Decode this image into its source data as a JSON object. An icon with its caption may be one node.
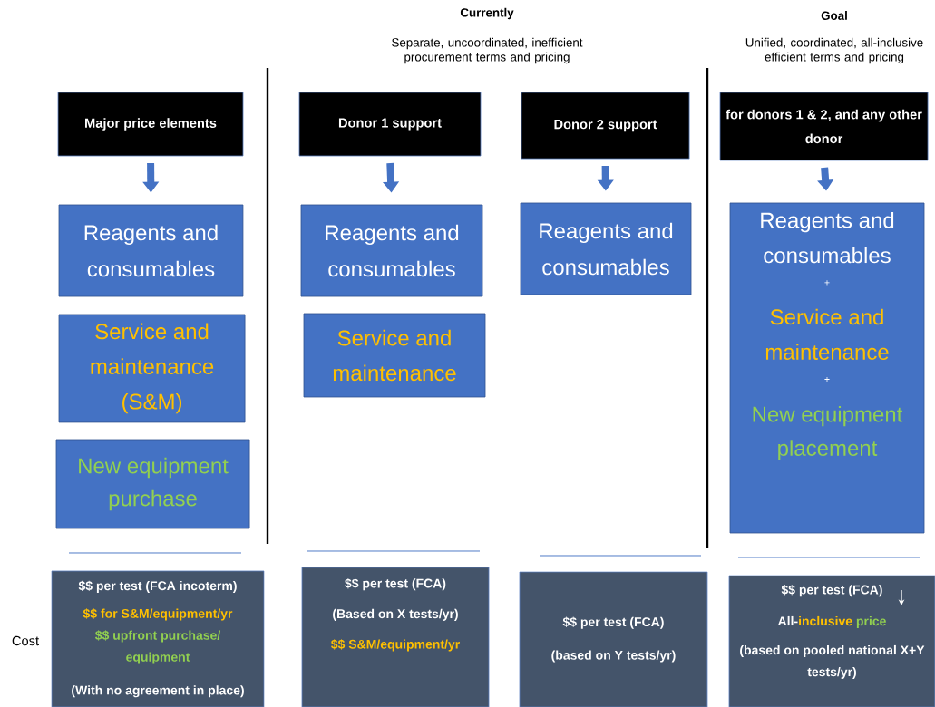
{
  "diagram": {
    "nodes": [
      {
        "text": [
          "Major price elements"
        ]
      },
      {
        "text": [
          "Reagents and consumables"
        ]
      },
      {
        "text": [
          "Service and maintenance (S&M)"
        ]
      },
      {
        "text": [
          "New equipment purchase"
        ]
      },
      {
        "text": [
          "$$ per test (FCA incoterm)",
          "$$ for S&M/equipment/yr",
          "$$ upfront purchase/ equipment",
          "(With no agreement in place)"
        ]
      },
      {
        "text": [
          "Donor 1 support"
        ]
      },
      {
        "text": [
          "Reagents and consumables"
        ]
      },
      {
        "text": [
          "Service and maintenance"
        ]
      },
      {
        "text": [
          "$$ per test (FCA)",
          "(Based on X tests/yr)",
          "$$ S&M/equipment/yr"
        ]
      },
      {
        "text": [
          "Donor 2 support"
        ]
      },
      {
        "text": [
          "Reagents and consumables"
        ]
      },
      {
        "text": [
          "$$ per test (FCA)",
          "(based on Y tests/yr)"
        ]
      },
      {
        "text": [
          "for donors 1 & 2, and any other donor"
        ]
      },
      {
        "text": [
          "Reagents and consumables",
          "+",
          "Service and maintenance",
          "+",
          "New equipment placement"
        ]
      },
      {
        "text": [
          "$$ per test (FCA)",
          "All-",
          "inclusive",
          "price",
          "(based on pooled national X+Y tests/yr)"
        ]
      }
    ],
    "edges": [
      {
        "from": 0,
        "to": 1,
        "arrow": "to"
      },
      {
        "from": 5,
        "to": 6,
        "arrow": "to"
      },
      {
        "from": 9,
        "to": 10,
        "arrow": "to"
      },
      {
        "from": 12,
        "to": 13,
        "arrow": "to"
      }
    ],
    "labels": [
      "Currently",
      "Separate, uncoordinated, inefficient procurement terms and pricing",
      "Goal",
      "Unified, coordinated, all-inclusive efficient terms and pricing",
      "Cost"
    ]
  }
}
